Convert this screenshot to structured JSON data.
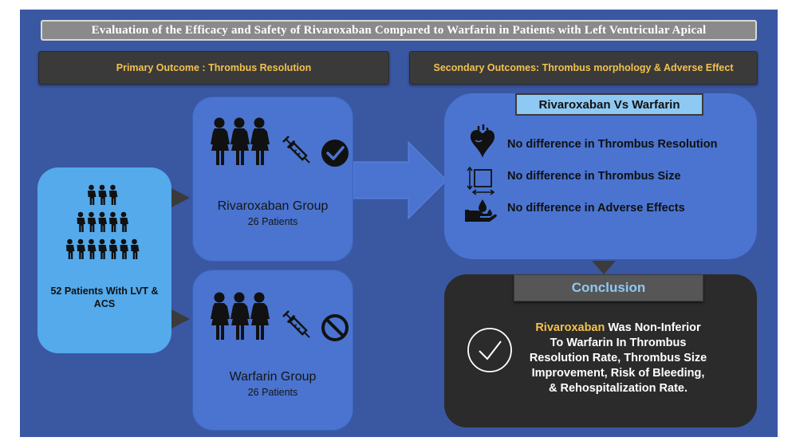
{
  "title": "Evaluation of the Efficacy and Safety of Rivaroxaban Compared to Warfarin in Patients with Left Ventricular Apical",
  "primary_outcome": "Primary Outcome : Thrombus Resolution",
  "secondary_outcome": "Secondary Outcomes: Thrombus morphology & Adverse Effect",
  "population": {
    "label_line1": "52 Patients With LVT &",
    "label_line2": "ACS"
  },
  "groups": [
    {
      "name": "Rivaroxaban Group",
      "count": "26 Patients",
      "status_icon": "check-circle-icon"
    },
    {
      "name": "Warfarin Group",
      "count": "26 Patients",
      "status_icon": "prohibited-icon"
    }
  ],
  "comparison": {
    "header": "Rivaroxaban Vs Warfarin",
    "findings": [
      {
        "icon": "heart-icon",
        "text": "No difference in Thrombus  Resolution"
      },
      {
        "icon": "resize-icon",
        "text": "No difference in Thrombus  Size"
      },
      {
        "icon": "blood-drop-hand-icon",
        "text": "No difference in Adverse Effects"
      }
    ]
  },
  "conclusion": {
    "header": "Conclusion",
    "highlight": "Rivaroxaban",
    "line1_rest": " Was Non-Inferior",
    "line2": "To Warfarin In Thrombus",
    "line3": "Resolution Rate, Thrombus Size",
    "line4": "Improvement, Risk of Bleeding,",
    "line5": "& Rehospitalization Rate."
  },
  "colors": {
    "background": "#3a57a2",
    "card": "#4a74cf",
    "population_card": "#54aaeb",
    "accent_yellow": "#f2c14e",
    "accent_light_blue": "#8ec9f3",
    "dark_panel": "#2b2b2b"
  }
}
